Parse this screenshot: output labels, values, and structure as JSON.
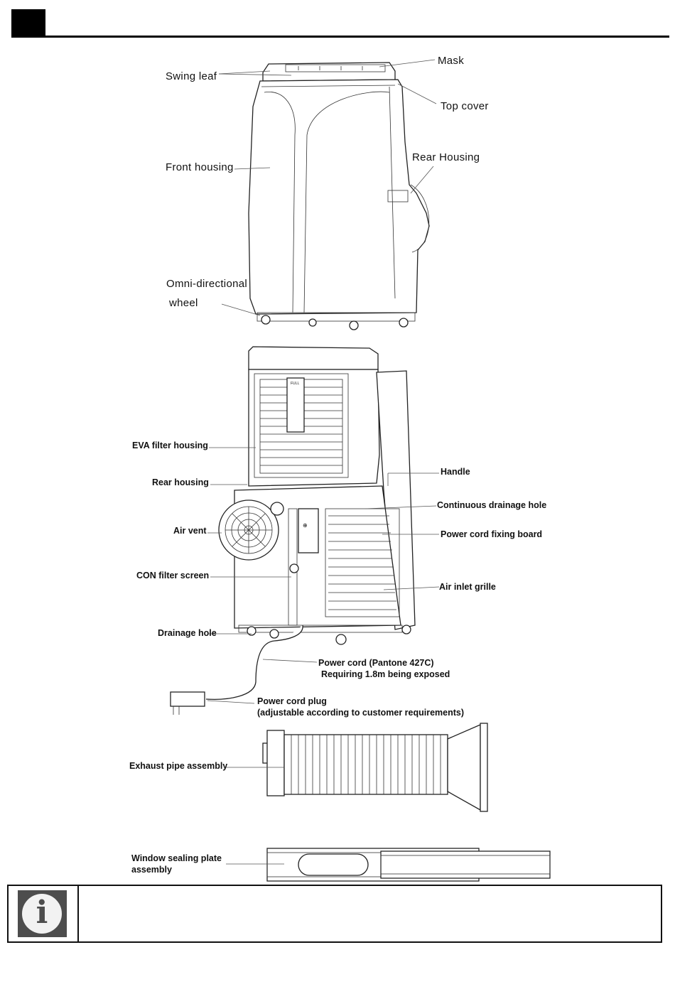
{
  "labels_top": {
    "mask": "Mask",
    "swing_leaf": "Swing leaf",
    "top_cover": "Top cover",
    "rear_housing": "Rear Housing",
    "front_housing": "Front housing",
    "omni_wheel_line1": "Omni-directional",
    "omni_wheel_line2": "wheel"
  },
  "labels_rear": {
    "eva_filter_housing": "EVA filter housing",
    "rear_housing": "Rear housing",
    "air_vent": "Air vent",
    "con_filter_screen": "CON filter screen",
    "drainage_hole": "Drainage hole",
    "handle": "Handle",
    "continuous_drainage_hole": "Continuous drainage hole",
    "power_cord_fixing_board": "Power cord fixing board",
    "air_inlet_grille": "Air inlet grille",
    "full_indicator": "FULL",
    "power_cord_line1": "Power  cord  (Pantone  427C)",
    "power_cord_line2": "Requiring 1.8m being exposed",
    "power_cord_plug_line1": "Power cord plug",
    "power_cord_plug_line2": "(adjustable according to customer requirements)"
  },
  "labels_accessories": {
    "exhaust_pipe_assembly": "Exhaust pipe assembly",
    "window_sealing_line1": "Window sealing plate",
    "window_sealing_line2": "assembly"
  },
  "info_box": {
    "icon": "info-icon",
    "glyph": "i",
    "text": ""
  }
}
